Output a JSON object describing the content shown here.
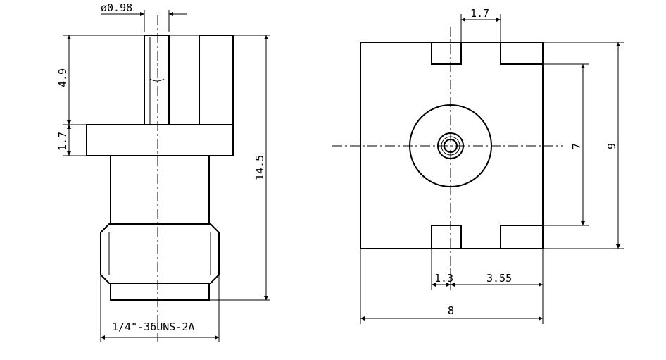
{
  "side_view": {
    "pin_diameter": "ø0.98",
    "pin_height": "4.9",
    "flange_thickness": "1.7",
    "overall_height": "14.5",
    "thread_spec": "1/4\"-36UNS-2A"
  },
  "front_view": {
    "slot_width": "1.7",
    "slot_offset": "1.3",
    "slot_spacing": "3.55",
    "body_width": "8",
    "inner_height": "7",
    "body_height": "9"
  }
}
